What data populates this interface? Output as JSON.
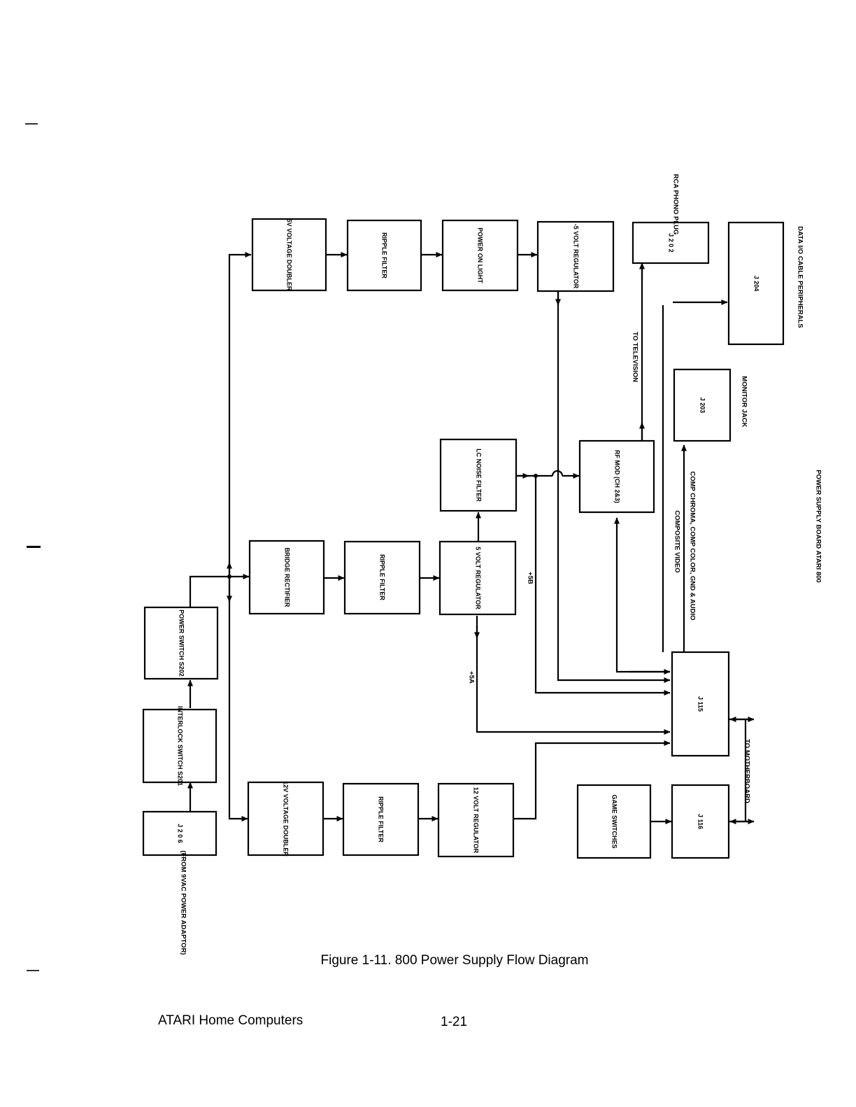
{
  "blocks": {
    "j206": "J 2 0 6",
    "interlock": "INTERLOCK SWITCH S201",
    "power_switch": "POWER SWITCH S202",
    "v5_doubler": "5V VOLTAGE DOUBLER",
    "ripple_top": "RIPPLE FILTER",
    "power_light": "POWER ON LIGHT",
    "neg5_reg": "-5 VOLT REGULATOR",
    "bridge": "BRIDGE RECTIFIER",
    "ripple_mid": "RIPPLE FILTER",
    "v5_reg": "5 VOLT REGULATOR",
    "lc_filter": "LC NOISE FILTER",
    "rf_mod": "RF MOD (CH 2&3)",
    "v12_doubler": "12V VOLTAGE DOUBLER",
    "ripple_bot": "RIPPLE FILTER",
    "v12_reg": "12 VOLT REGULATOR",
    "game_switches": "GAME SWITCHES",
    "j115": "J 115",
    "j116": "J 116",
    "j203": "J 203",
    "j204": "J 204",
    "j202": "J 2 0 2"
  },
  "labels": {
    "from_adaptor": "(FROM 9VAC POWER ADAPTOR)",
    "rca": "RCA PHONO PLUG",
    "monitor": "MONITOR JACK",
    "data_io": "DATA I/O CABLE PERIPHERALS",
    "to_tv": "TO TELEVISION",
    "composite": "COMPOSITE VIDEO",
    "comp_chroma": "COMP CHROMA, COMP COLOR, GND & AUDIO",
    "to_motherboard": "TO MOTHERBOARD",
    "plus5b": "+5B",
    "plus5a": "+5A",
    "board": "POWER SUPPLY BOARD ATARI 800"
  },
  "caption": "Figure 1-11.  800 Power Supply Flow Diagram",
  "footer": {
    "left": "ATARI Home Computers",
    "page": "1-21"
  }
}
